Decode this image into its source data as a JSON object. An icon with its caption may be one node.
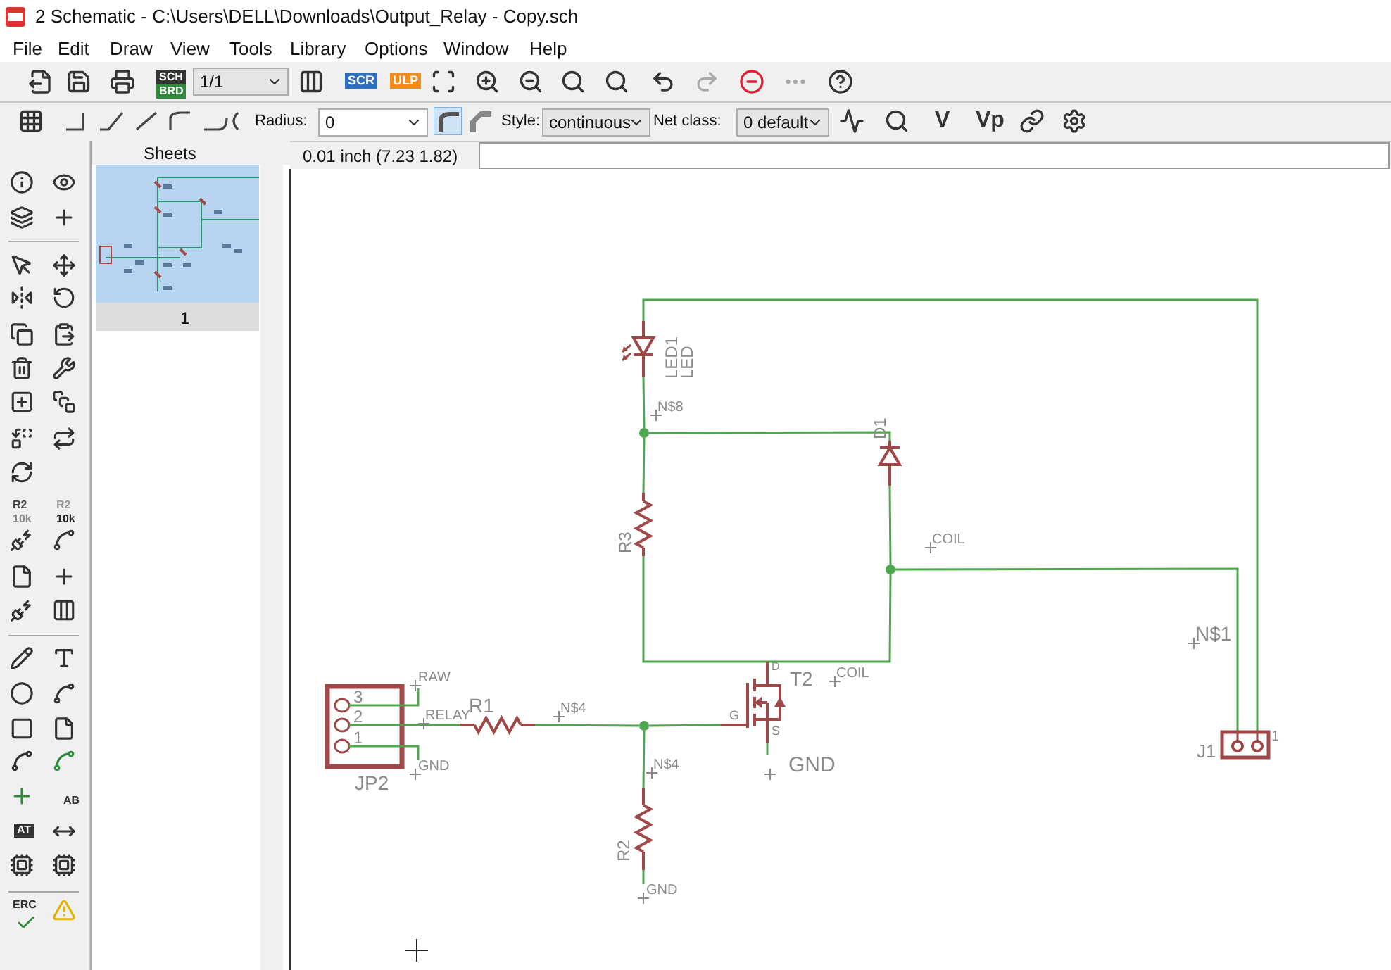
{
  "diagram": {
    "nodes": [
      {
        "text": [
          "LED1",
          "LED"
        ]
      },
      {
        "text": [
          "D1"
        ]
      },
      {
        "text": [
          "R3"
        ]
      },
      {
        "text": [
          "3",
          "2",
          "1",
          "JP2"
        ]
      },
      {
        "text": [
          "R1"
        ]
      },
      {
        "text": [
          "R2"
        ]
      },
      {
        "text": [
          "T2",
          "D",
          "G",
          "S"
        ]
      },
      {
        "text": [
          "J1"
        ],
        "beside": [
          "1"
        ]
      },
      {
        "text": [],
        "shape": "circle"
      },
      {
        "text": [],
        "shape": "circle"
      },
      {
        "text": [],
        "shape": "circle"
      },
      {
        "text": [
          "RAW"
        ]
      },
      {
        "text": [
          "GND"
        ]
      },
      {
        "text": [
          "GND"
        ]
      },
      {
        "text": [
          "GND"
        ]
      }
    ],
    "edges": [
      {
        "from": 0,
        "to": 7,
        "arrow": "none"
      },
      {
        "from": 0,
        "to": 8,
        "arrow": "none"
      },
      {
        "from": 8,
        "to": 1,
        "arrow": "none"
      },
      {
        "from": 8,
        "to": 2,
        "arrow": "none"
      },
      {
        "from": 2,
        "to": 6,
        "arrow": "none"
      },
      {
        "from": 6,
        "to": 9,
        "arrow": "none"
      },
      {
        "from": 1,
        "to": 9,
        "arrow": "none"
      },
      {
        "from": 9,
        "to": 7,
        "arrow": "none"
      },
      {
        "from": 3,
        "to": 4,
        "arrow": "none"
      },
      {
        "from": 4,
        "to": 10,
        "arrow": "none"
      },
      {
        "from": 10,
        "to": 6,
        "arrow": "none"
      },
      {
        "from": 10,
        "to": 5,
        "arrow": "none"
      },
      {
        "from": 3,
        "to": 11,
        "arrow": "none"
      },
      {
        "from": 3,
        "to": 12,
        "arrow": "none"
      },
      {
        "from": 6,
        "to": 13,
        "arrow": "none"
      },
      {
        "from": 5,
        "to": 14,
        "arrow": "none"
      }
    ],
    "labels": [
      "2 Schematic - C:\\Users\\DELL\\Downloads\\Output_Relay - Copy.sch",
      "File",
      "Edit",
      "Draw",
      "View",
      "Tools",
      "Library",
      "Options",
      "Window",
      "Help",
      "SCH",
      "BRD",
      "1/1",
      "SCR",
      "ULP",
      "Radius:",
      "0",
      "Style:",
      "continuous",
      "Net class:",
      "0 default",
      "V",
      "Vp",
      "Sheets",
      "1",
      "0.01 inch (7.23 1.82)",
      "R2",
      "10k",
      "R2",
      "10k",
      "AB",
      "AT",
      "ERC",
      "N$8",
      "COIL",
      "N$1",
      "COIL",
      "RELAY",
      "N$4",
      "N$4"
    ]
  }
}
